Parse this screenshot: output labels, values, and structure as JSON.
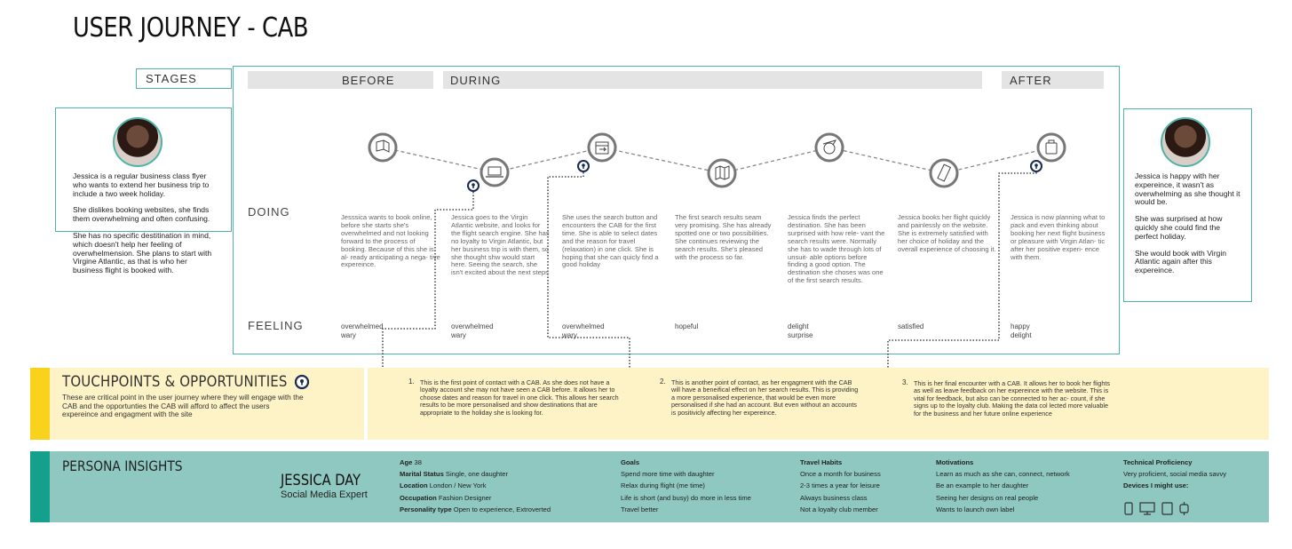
{
  "title": "USER JOURNEY - CAB",
  "stages_label": "STAGES",
  "stages": [
    "BEFORE",
    "DURING",
    "AFTER"
  ],
  "doing_label": "DOING",
  "feeling_label": "FEELING",
  "persona_before": [
    "Jessica is a regular business class flyer who wants to extend her business trip to include a two week holiday.",
    "She dislikes booking websites, she finds them overwhelming and often confusing.",
    "She has no specific destitination in mind, which doesn't help her feeling of overwhelmension. She plans to start with Virgine Atlantic, as that is who her business flight is booked with."
  ],
  "persona_after": [
    "Jessica is happy with her expereince, it wasn't as overwhelming as she thought it would be.",
    "She was surprised at how quickly she could find the perfect holiday.",
    "She would book with Virgin Atlantic again after this expereince."
  ],
  "steps": [
    {
      "icon": "map-icon",
      "doing": "Jesssica wants to book online, before she starts she's overwhelmed and not looking forward to the process of booking. Because of this she is al- ready anticipating a nega- tive expereince.",
      "feeling": [
        "overwhelmed",
        "wary"
      ]
    },
    {
      "icon": "laptop-icon",
      "doing": "Jessica goes to the Virgin Atlantic website, and looks for the flight search engine. She has no loyalty to Virgin Atlantic, but her business trip is with them, so she thought shw would start here. Seeing the search, she isn't excited about the next steps",
      "feeling": [
        "overwhelmed",
        "wary"
      ]
    },
    {
      "icon": "calendar-icon",
      "doing": "She uses the search button and encounters the CAB for the first time. She is able to select dates and the reason for travel (relaxation) in one click. She is hoping that she can quicly find a good holiday",
      "feeling": [
        "overwhelmed",
        "wary"
      ]
    },
    {
      "icon": "folded-map-icon",
      "doing": "The first search results seam very promising. She has already spotted one or two possibilities. She continues reviewing the search results. She's pleased with the process so far.",
      "feeling": [
        "hopeful"
      ]
    },
    {
      "icon": "plane-globe-icon",
      "doing": "Jessica finds the perfect destination. She has been surprised with how rele- vant the search results were. Normally she has to wade through lots of unsuit- able options before finding a good option. The destination she choses was one of the first search results.",
      "feeling": [
        "delight",
        "surprise"
      ]
    },
    {
      "icon": "ticket-icon",
      "doing": "Jessica books her flight quickly and painlessly on the website. She is extremely satisfied with her choice of holiday and the overall experience of choosing it.",
      "feeling": [
        "satisfied"
      ]
    },
    {
      "icon": "suitcase-icon",
      "doing": "Jessica is now planning what to pack and even thinking about booking her next flight business or pleasure with Virgin Atlan- tic after her positive experi- ence with them.",
      "feeling": [
        "happy",
        "delight"
      ]
    }
  ],
  "touchpoints": {
    "title": "TOUCHPOINTS  & OPPORTUNITIES",
    "description": "These are critical point in the user journey where they will engage with the CAB and the opportunties the CAB will afford to affect the users expereince and engagment with the site",
    "notes": [
      {
        "num": "1.",
        "text": "This is the first point of contact with a CAB. As she does not have a loyalty account she may not have seen a CAB before. It allows her to choose dates and reason for travel in one click. This allows her search results to be more personalised and show destinations that are appropriate to the holiday she is looking for."
      },
      {
        "num": "2.",
        "text": "This is another point of contact, as her engagment with the CAB will have a beneifical effect on her search results. This is providing a more personalised experience, that would be even more personalised if she had an account. But even without an accounts is positivicly affecting her expereince."
      },
      {
        "num": "3.",
        "text": "This is her final encounter with a CAB. It allows her to book her flights as well as leave feedback on her expereince with the website. This is vital for feedback, but also can be connected to her ac- count, if she signs up to the loyalty club. Making the data col lected more valuable for the business and her future online experience"
      }
    ]
  },
  "persona": {
    "title": "PERSONA INSIGHTS",
    "name": "JESSICA DAY",
    "role": "Social Media Expert",
    "demographics": [
      {
        "label": "Age",
        "value": "38"
      },
      {
        "label": "Marital Status",
        "value": "Single, one daughter"
      },
      {
        "label": "Location",
        "value": "London / New York"
      },
      {
        "label": "Occupation",
        "value": "Fashion Designer"
      },
      {
        "label": "Personality type",
        "value": "Open to experience, Extroverted"
      }
    ],
    "goals": {
      "title": "Goals",
      "items": [
        "Spend more time with daughter",
        "Relax during flight (me time)",
        "Life is short (and busy) do more in less time",
        "Travel better"
      ]
    },
    "travel": {
      "title": "Travel Habits",
      "items": [
        "Once a month for business",
        "2-3 times a year for leisure",
        "Always business class",
        "Not a loyalty club member"
      ]
    },
    "motivations": {
      "title": "Motivations",
      "items": [
        "Learn as much as she can, connect, network",
        "Be an example to her daughter",
        "Seeing her designs on real people",
        "Wants to launch own label"
      ]
    },
    "tech": {
      "title": "Technical Proficiency",
      "value": "Very proficient, social media savvy",
      "devices_label": "Devices I might use:"
    }
  }
}
